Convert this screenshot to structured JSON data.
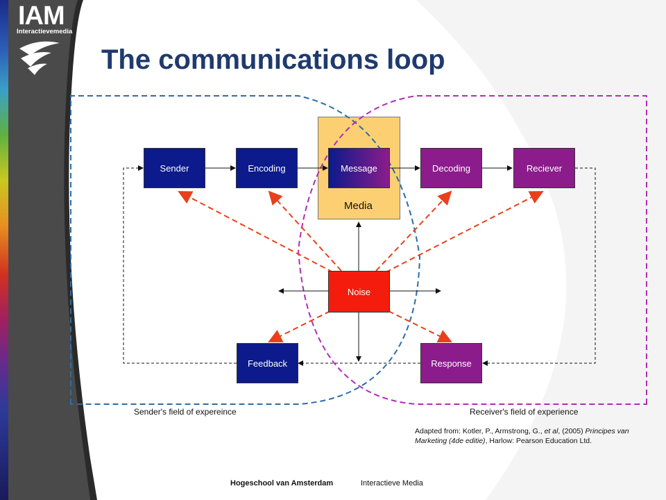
{
  "logo": {
    "text": "IAM",
    "subtext": "Interactievemedia"
  },
  "title": "The communications loop",
  "diagram": {
    "media_label": "Media",
    "boxes": {
      "sender": "Sender",
      "encoding": "Encoding",
      "message": "Message",
      "decoding": "Decoding",
      "receiver": "Reciever",
      "noise": "Noise",
      "feedback": "Feedback",
      "response": "Response"
    },
    "sender_field_label": "Sender's field of expereince",
    "receiver_field_label": "Receiver's field of experience",
    "colors": {
      "sender_side": "#0c1a8c",
      "receiver_side": "#8c1c8c",
      "noise": "#f41c0c",
      "media": "#fcd072",
      "sender_field_line": "#2c6ca8",
      "receiver_field_line": "#b02cb8",
      "noise_arrow": "#e8401c"
    }
  },
  "citation": {
    "prefix": "Adapted from: Kotler, P., Armstrong, G., ",
    "etal": "et al",
    "mid": ", (2005) ",
    "book": "Principes van Marketing (4de editie)",
    "suffix": ", Harlow: Pearson Education Ltd."
  },
  "footer": {
    "institution": "Hogeschool van Amsterdam",
    "department": "Interactieve Media"
  }
}
